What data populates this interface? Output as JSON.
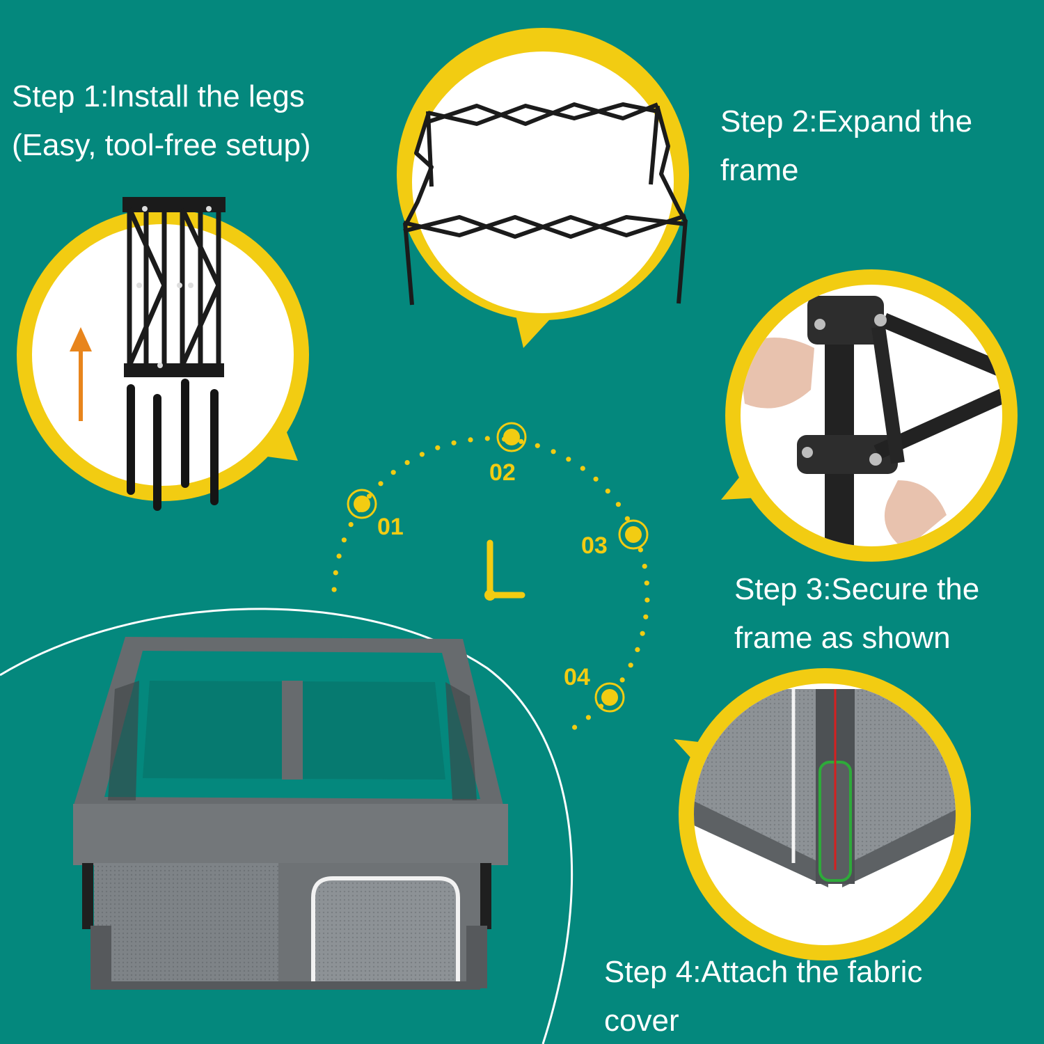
{
  "steps": [
    {
      "number": "01",
      "lines": [
        "Step 1:Install the legs",
        "(Easy, tool-free setup)"
      ]
    },
    {
      "number": "02",
      "lines": [
        "Step 2:Expand the",
        "frame"
      ]
    },
    {
      "number": "03",
      "lines": [
        "Step 3:Secure the",
        "frame as shown"
      ]
    },
    {
      "number": "04",
      "lines": [
        "Step 4:Attach the fabric",
        "cover"
      ]
    }
  ],
  "colors": {
    "background": "#04887d",
    "accent": "#f2cc12",
    "text": "#ffffff",
    "playpen": "#6e7275"
  },
  "icons": {
    "arrow": "arrow-up-icon",
    "clock": "clock-icon"
  }
}
